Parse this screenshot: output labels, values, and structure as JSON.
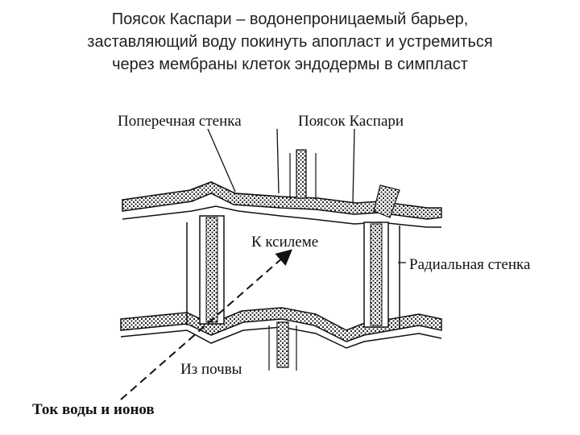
{
  "slide": {
    "title_lines": [
      "Поясок Каспари – водонепроницаемый барьер,",
      "заставляющий воду покинуть апопласт и устремиться",
      "через мембраны клеток эндодермы в симпласт"
    ]
  },
  "diagram": {
    "labels": {
      "transverse_wall": "Поперечная стенка",
      "casparian_strip": "Поясок Каспари",
      "to_xylem": "К ксилеме",
      "radial_wall": "Радиальная стенка",
      "from_soil": "Из почвы",
      "water_flow": "Ток воды и ионов"
    }
  }
}
